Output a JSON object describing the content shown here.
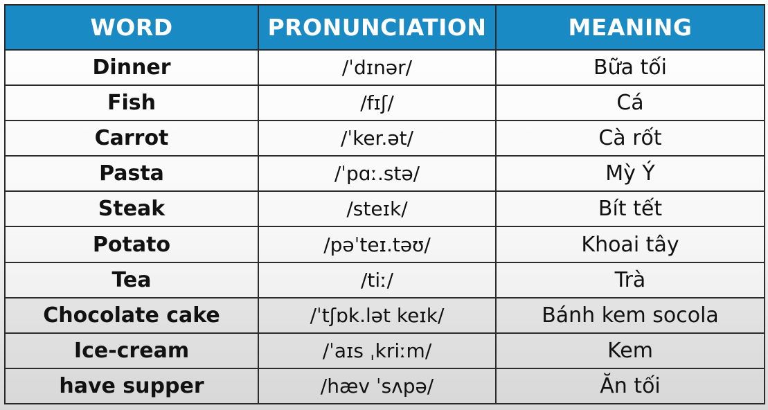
{
  "header": {
    "word": "WORD",
    "pronunciation": "PRONUNCIATION",
    "meaning": "MEANING"
  },
  "colors": {
    "header_bg": "#1a8ac4",
    "header_text": "#ffffff",
    "border": "#2b2b2b"
  },
  "rows": [
    {
      "word": "Dinner",
      "pronunciation": "/ˈdɪnər/",
      "meaning": "Bữa tối"
    },
    {
      "word": "Fish",
      "pronunciation": "/fɪʃ/",
      "meaning": "Cá"
    },
    {
      "word": "Carrot",
      "pronunciation": "/ˈker.ət/",
      "meaning": "Cà rốt"
    },
    {
      "word": "Pasta",
      "pronunciation": "/ˈpɑː.stə/",
      "meaning": "Mỳ Ý"
    },
    {
      "word": "Steak",
      "pronunciation": "/steɪk/",
      "meaning": "Bít tết"
    },
    {
      "word": "Potato",
      "pronunciation": "/pəˈteɪ.təʊ/",
      "meaning": "Khoai tây"
    },
    {
      "word": "Tea",
      "pronunciation": "/tiː/",
      "meaning": "Trà"
    },
    {
      "word": "Chocolate cake",
      "pronunciation": "/ˈtʃɒk.lət keɪk/",
      "meaning": "Bánh kem socola"
    },
    {
      "word": "Ice-cream",
      "pronunciation": "/ˈaɪs ˌkriːm/",
      "meaning": "Kem"
    },
    {
      "word": "have supper",
      "pronunciation": "/hæv ˈsʌpə/",
      "meaning": "Ăn tối"
    }
  ]
}
